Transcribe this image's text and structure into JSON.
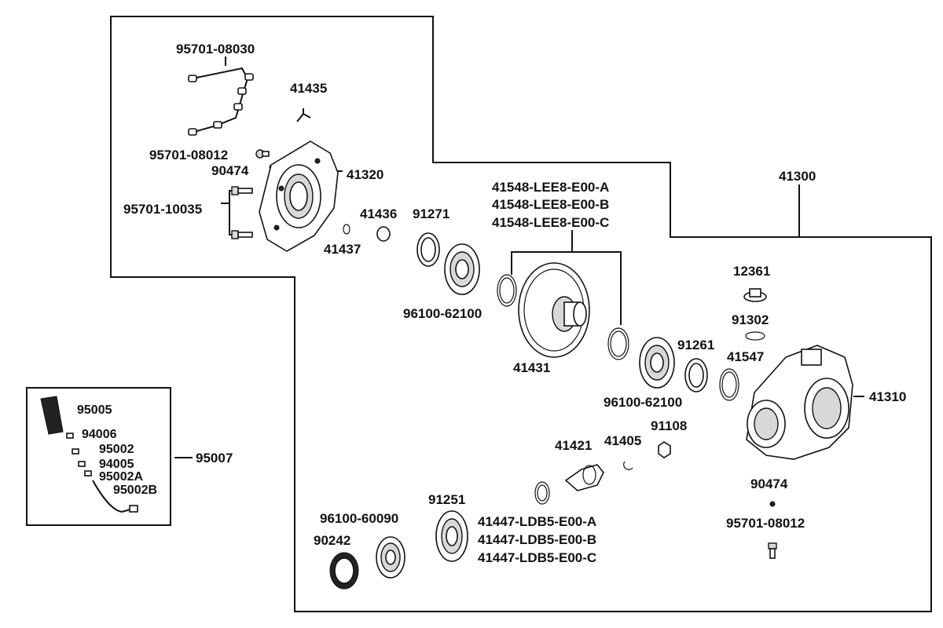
{
  "diagram": {
    "labels": {
      "p95701_08030": "95701-08030",
      "p41435": "41435",
      "p95701_08012_top": "95701-08012",
      "p90474_top": "90474",
      "p41320": "41320",
      "p95701_10035": "95701-10035",
      "p41436": "41436",
      "p41437": "41437",
      "p91271": "91271",
      "p96100_62100_a": "96100-62100",
      "p41548_a": "41548-LEE8-E00-A",
      "p41548_b": "41548-LEE8-E00-B",
      "p41548_c": "41548-LEE8-E00-C",
      "p41431": "41431",
      "p41300": "41300",
      "p12361": "12361",
      "p91302": "91302",
      "p91261": "91261",
      "p41547": "41547",
      "p41310": "41310",
      "p96100_62100_b": "96100-62100",
      "p91108": "91108",
      "p41421": "41421",
      "p41405": "41405",
      "p90474_bot": "90474",
      "p95701_08012_bot": "95701-08012",
      "p91251": "91251",
      "p96100_60090": "96100-60090",
      "p90242": "90242",
      "p41447_a": "41447-LDB5-E00-A",
      "p41447_b": "41447-LDB5-E00-B",
      "p41447_c": "41447-LDB5-E00-C",
      "p95005": "95005",
      "p94006": "94006",
      "p95002": "95002",
      "p94005": "94005",
      "p95002A": "95002A",
      "p95002B": "95002B",
      "p95007": "95007"
    }
  }
}
